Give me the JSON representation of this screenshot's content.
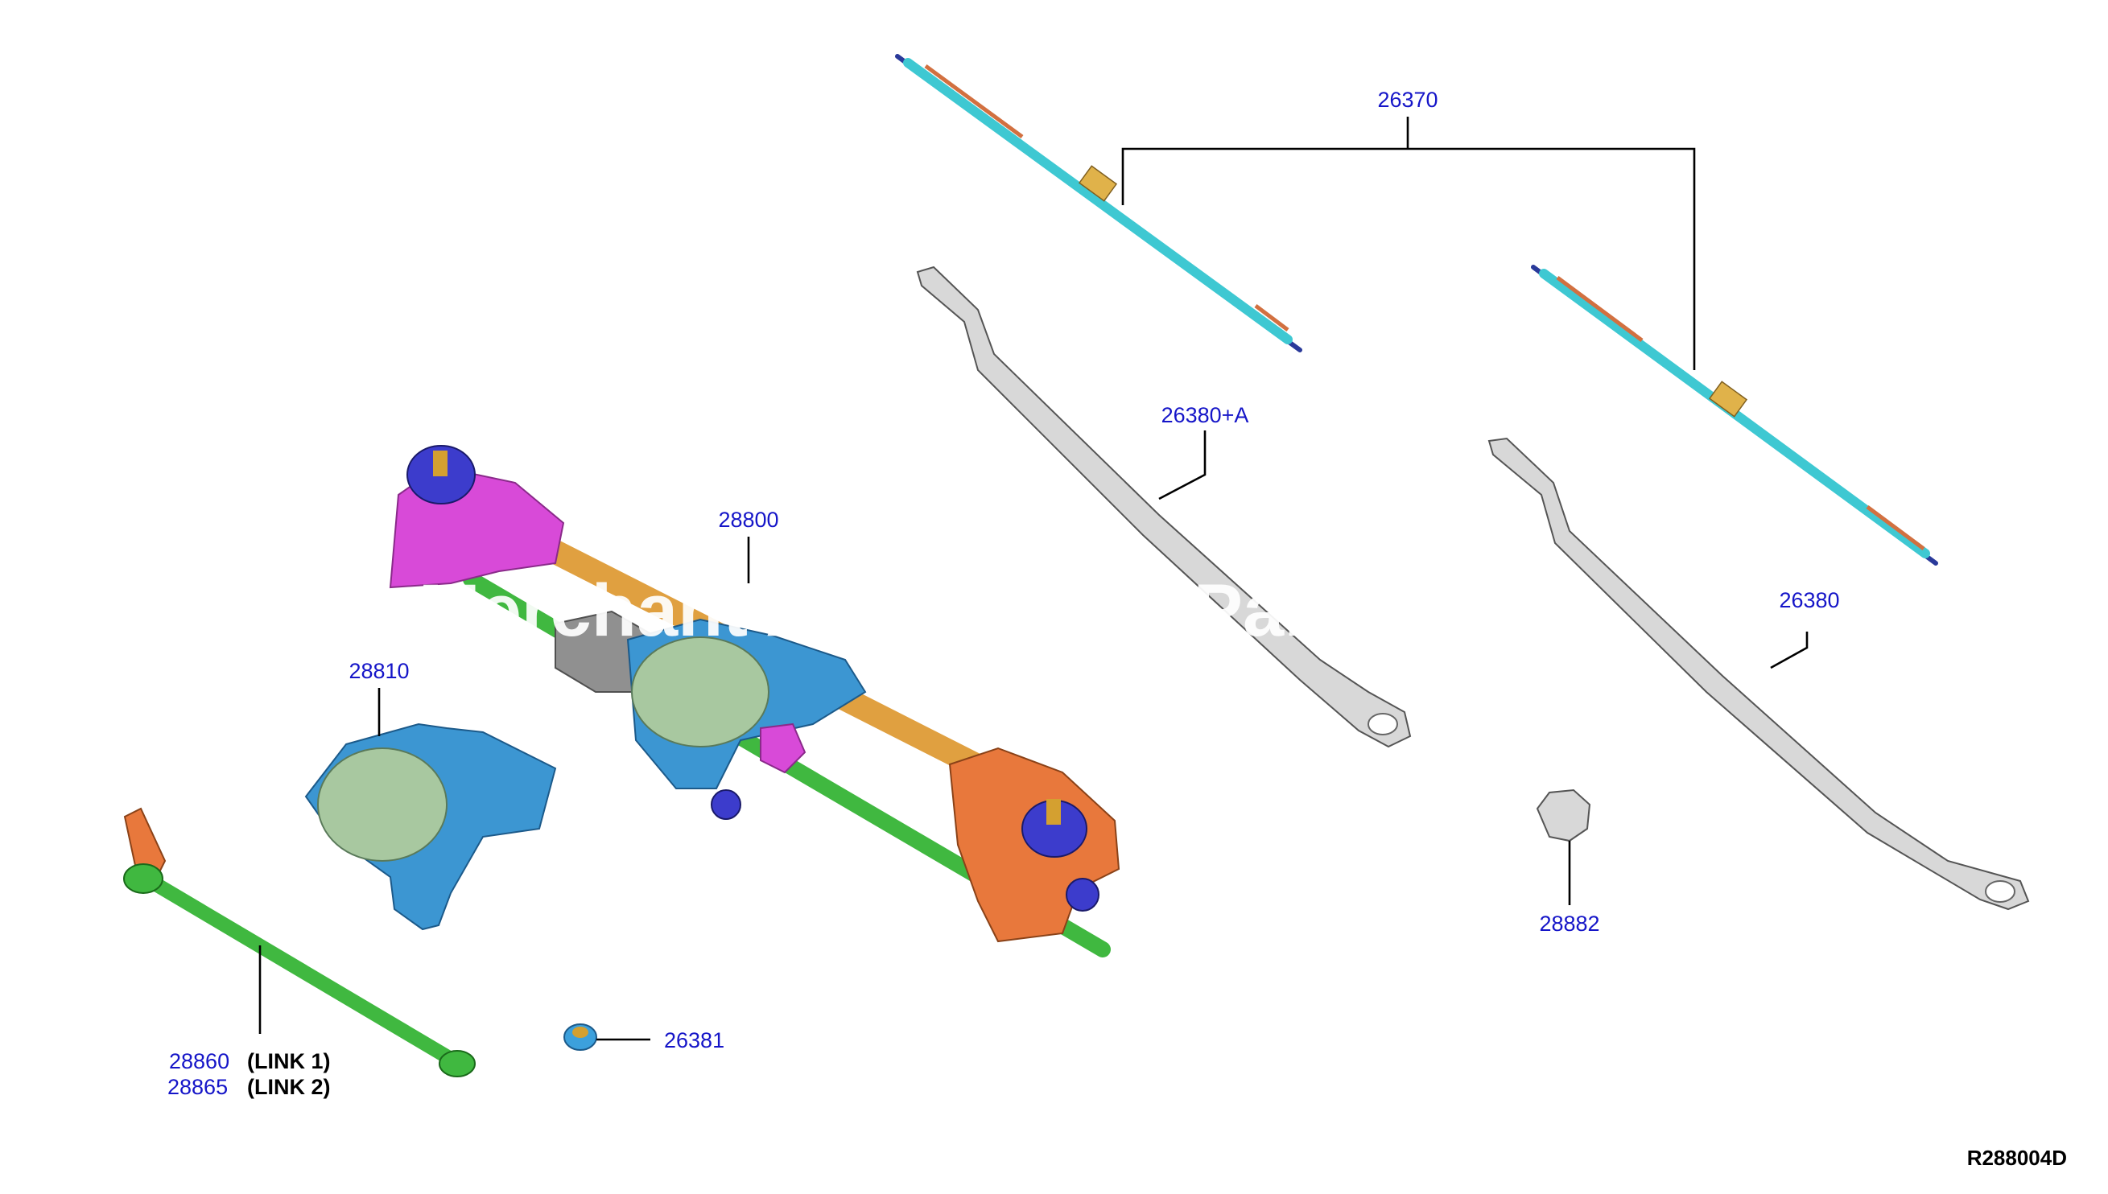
{
  "labels": {
    "blade_set": "26370",
    "arm_left": "26380+A",
    "arm_right": "26380",
    "arm_nut": "26381",
    "linkage_assembly": "28800",
    "motor": "28810",
    "link1_number": "28860",
    "link1_name": "(LINK 1)",
    "link2_number": "28865",
    "link2_name": "(LINK 2)",
    "cap": "28882"
  },
  "diagram_code": "R288004D",
  "watermark": "Merchant Automotive Parts",
  "colors": {
    "part_number": "#1515c8",
    "blade": "#3ec8d2",
    "arm": "#d2d2d2",
    "pivot_left": "#d84ad8",
    "pivot_right": "#e8783c",
    "motor_bracket": "#3c96d2",
    "motor": "#a8c8a0",
    "rod": "#e0a040",
    "link": "#40b840",
    "nut": "#3c5adc"
  }
}
